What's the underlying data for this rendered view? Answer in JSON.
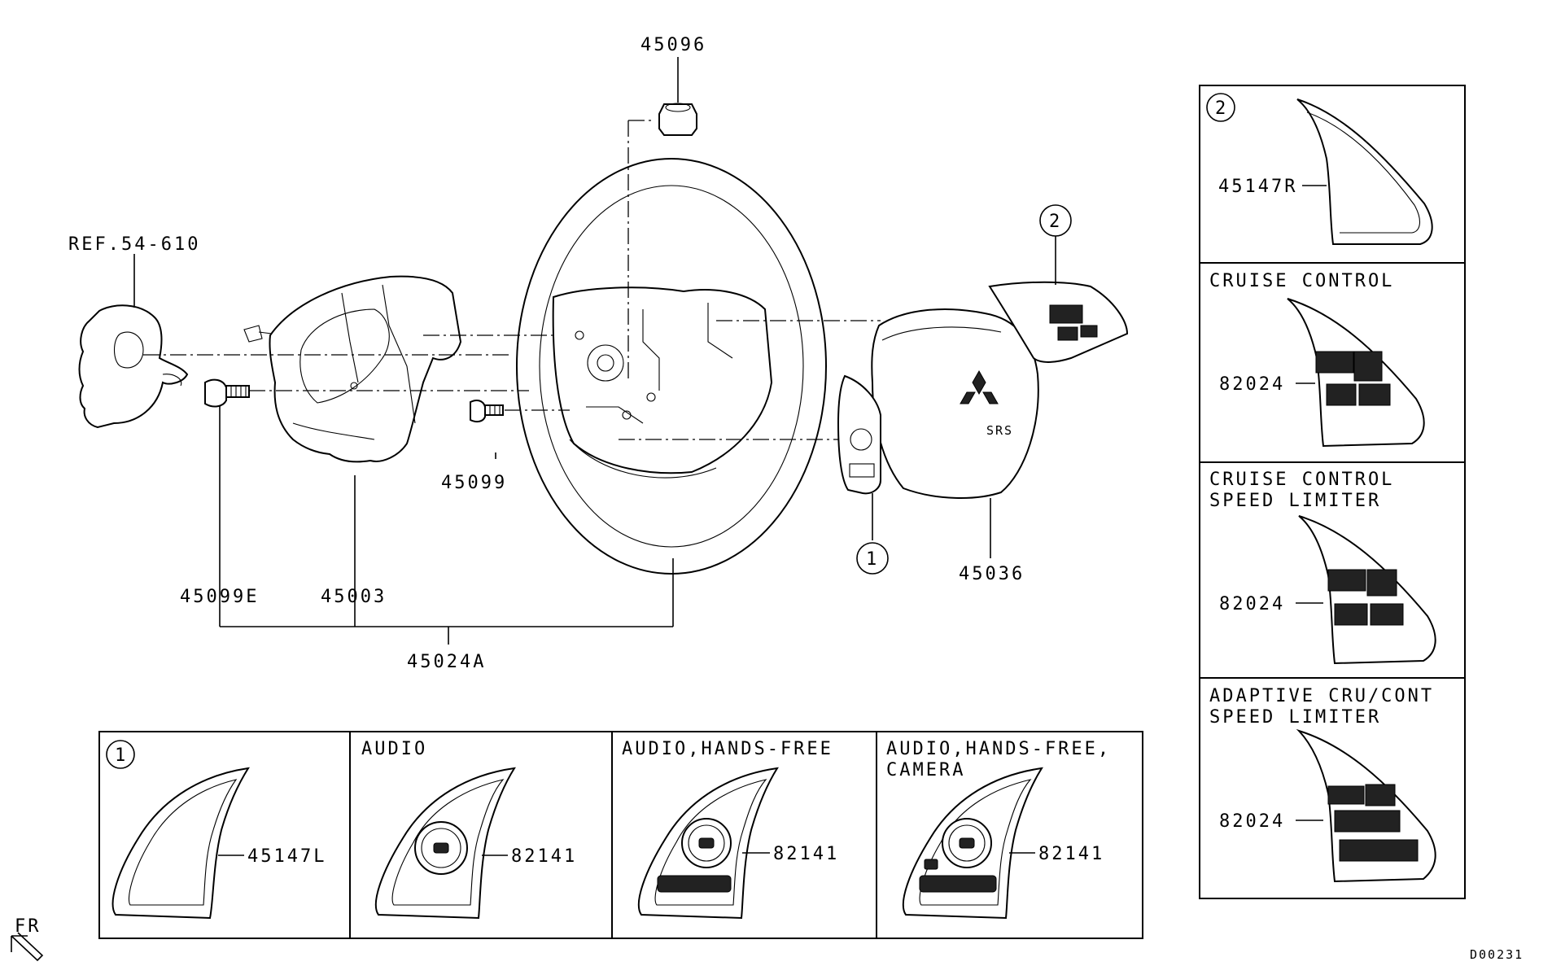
{
  "labels": {
    "ref": "REF.54-610",
    "nut": "45096",
    "screw_center": "45099",
    "screw_left": "45099E",
    "column_cover": "45003",
    "assembly": "45024A",
    "airbag": "45036",
    "circle_1": "1",
    "circle_2": "2"
  },
  "bottom_panel": {
    "cells": [
      {
        "circle": "1",
        "title_lines": [],
        "part": "45147L"
      },
      {
        "circle": "",
        "title_lines": [
          "AUDIO"
        ],
        "part": "82141"
      },
      {
        "circle": "",
        "title_lines": [
          "AUDIO,HANDS-FREE"
        ],
        "part": "82141"
      },
      {
        "circle": "",
        "title_lines": [
          "AUDIO,HANDS-FREE,",
          "CAMERA"
        ],
        "part": "82141"
      }
    ]
  },
  "right_panel": {
    "cells": [
      {
        "circle": "2",
        "title_lines": [],
        "part": "45147R"
      },
      {
        "circle": "",
        "title_lines": [
          "CRUISE CONTROL"
        ],
        "part": "82024"
      },
      {
        "circle": "",
        "title_lines": [
          "CRUISE CONTROL",
          "SPEED LIMITER"
        ],
        "part": "82024"
      },
      {
        "circle": "",
        "title_lines": [
          "ADAPTIVE CRU/CONT",
          "SPEED LIMITER"
        ],
        "part": "82024"
      }
    ]
  },
  "orientation": "FR",
  "diagram_id": "D00231",
  "icons": [
    "clock-spring-icon",
    "column-cover-icon",
    "steering-wheel-icon",
    "airbag-icon",
    "switch-bezel-icon",
    "audio-switch-icon",
    "cruise-switch-icon",
    "nut-icon",
    "screw-icon",
    "front-arrow-icon"
  ]
}
